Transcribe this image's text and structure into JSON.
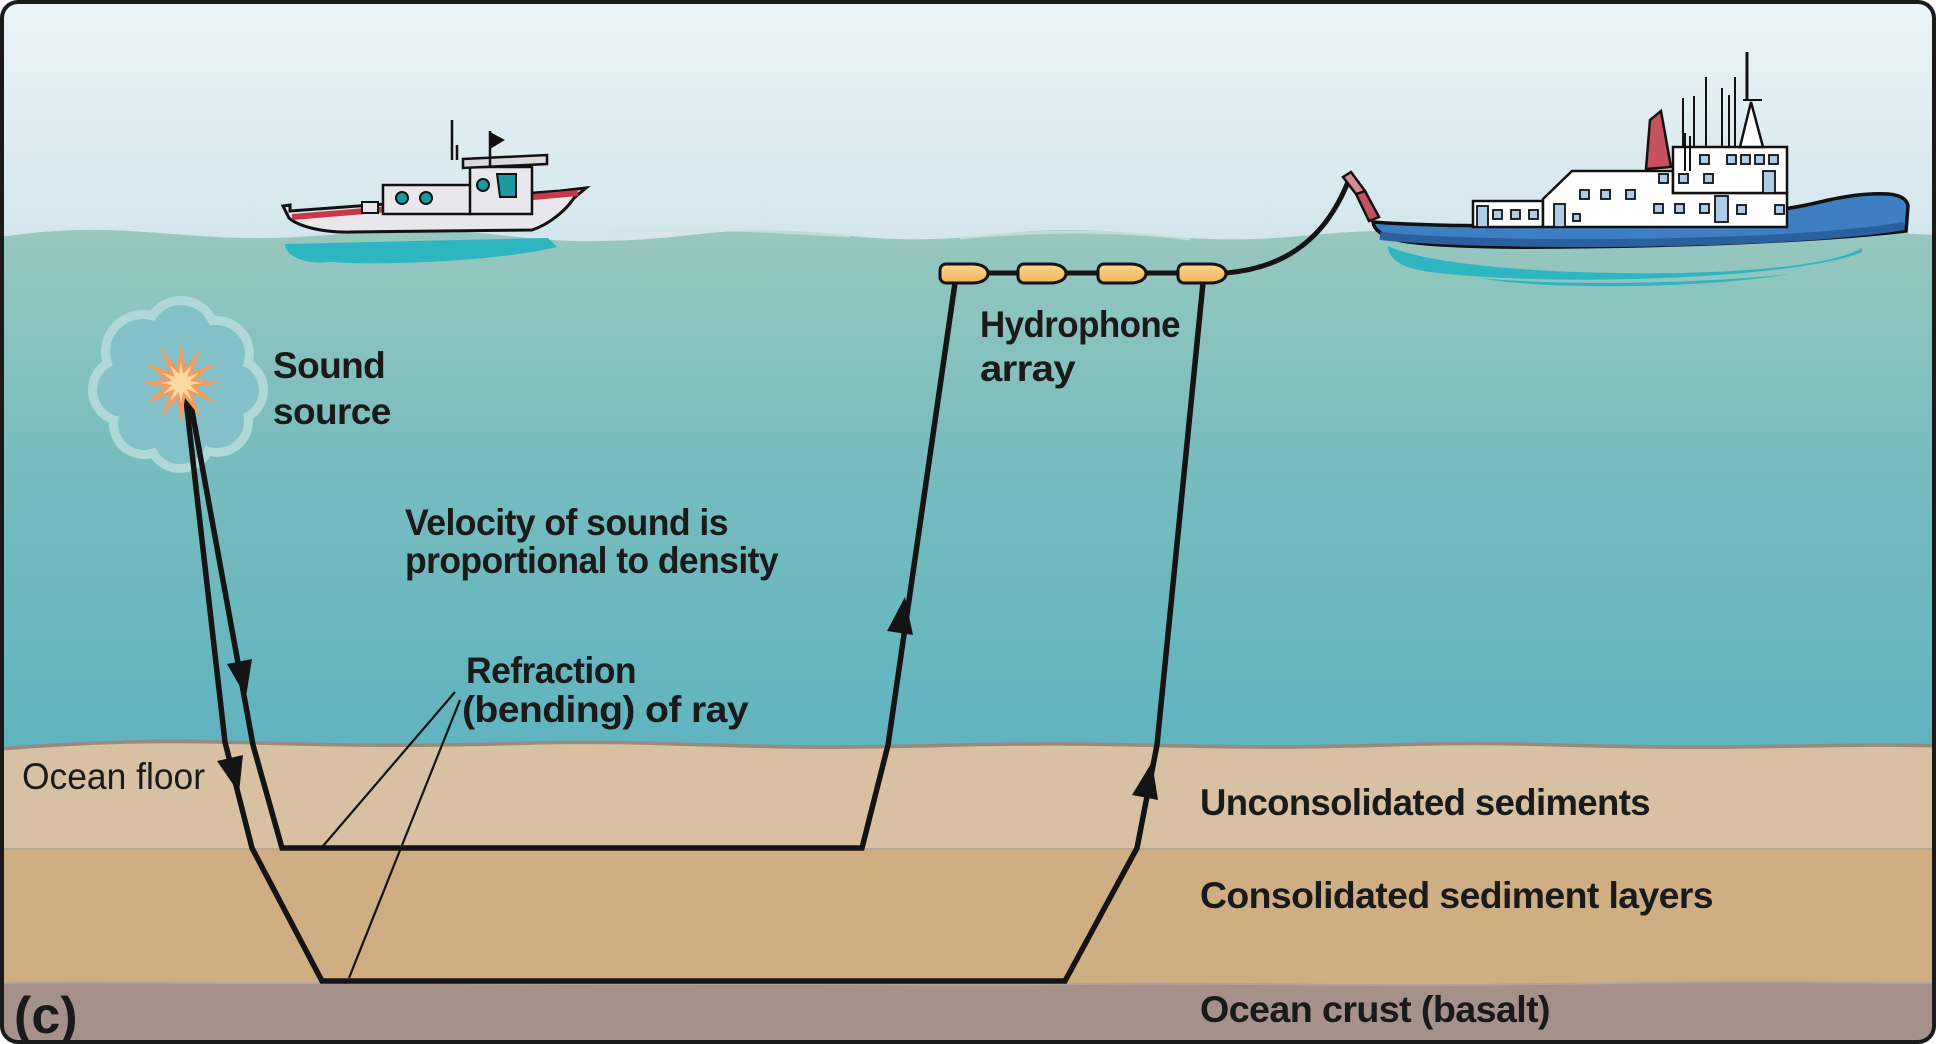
{
  "figure": {
    "panel_label": "(c)"
  },
  "labels": {
    "sound_source_line1": "Sound",
    "sound_source_line2": "source",
    "velocity_line1": "Velocity of sound is",
    "velocity_line2": "proportional to density",
    "refraction_line1": "Refraction",
    "refraction_line2": "(bending) of ray",
    "hydrophone_line1": "Hydrophone",
    "hydrophone_line2": "array",
    "ocean_floor": "Ocean floor",
    "layer_unconsolidated": "Unconsolidated sediments",
    "layer_consolidated": "Consolidated sediment layers",
    "layer_crust": "Ocean crust (basalt)"
  },
  "hydrophone_array": {
    "float_count": 4
  },
  "icons": {
    "sound_source": "explosion-burst-icon",
    "source_cloud": "bubble-cloud-icon",
    "left_vessel": "small-boat-icon",
    "right_vessel": "research-vessel-icon",
    "hydrophone_float": "streamer-float-icon",
    "ray_arrow": "arrowhead-icon"
  },
  "colors": {
    "sky_top": "#ecf4f7",
    "sky_bottom": "#cde2ea",
    "sea_top": "#98c8bf",
    "sea_mid": "#7abdbf",
    "sea_deep": "#5fb3bf",
    "unconsolidated": "#d8c1a2",
    "floor_line": "#9a887c",
    "consolidated": "#d0ae83",
    "layer_line": "#b7a896",
    "crust": "#a6908a",
    "crust_line": "#b3a396",
    "ray": "#141414",
    "text": "#1a1a1a",
    "float_fill": "#f6c169",
    "star_outer": "#f49b5e",
    "star_inner": "#fcd9a0",
    "cloud_fill": "#83c0c8",
    "cloud_rim": "#b0d8da",
    "hull_blue": "#3e7ec3",
    "hull_dark": "#2b5f9e",
    "ship_white": "#ffffff",
    "window_blue": "#aecbe8",
    "red_accent": "#c5525e",
    "red_light": "#d98b93",
    "boat_gray": "#e8e8ec",
    "boat_gray2": "#d9d9de",
    "stripe_red": "#c53a48",
    "porthole_teal": "#1b9aa4",
    "shadow_teal": "#2db6c0",
    "frame": "#1a1a1a"
  }
}
